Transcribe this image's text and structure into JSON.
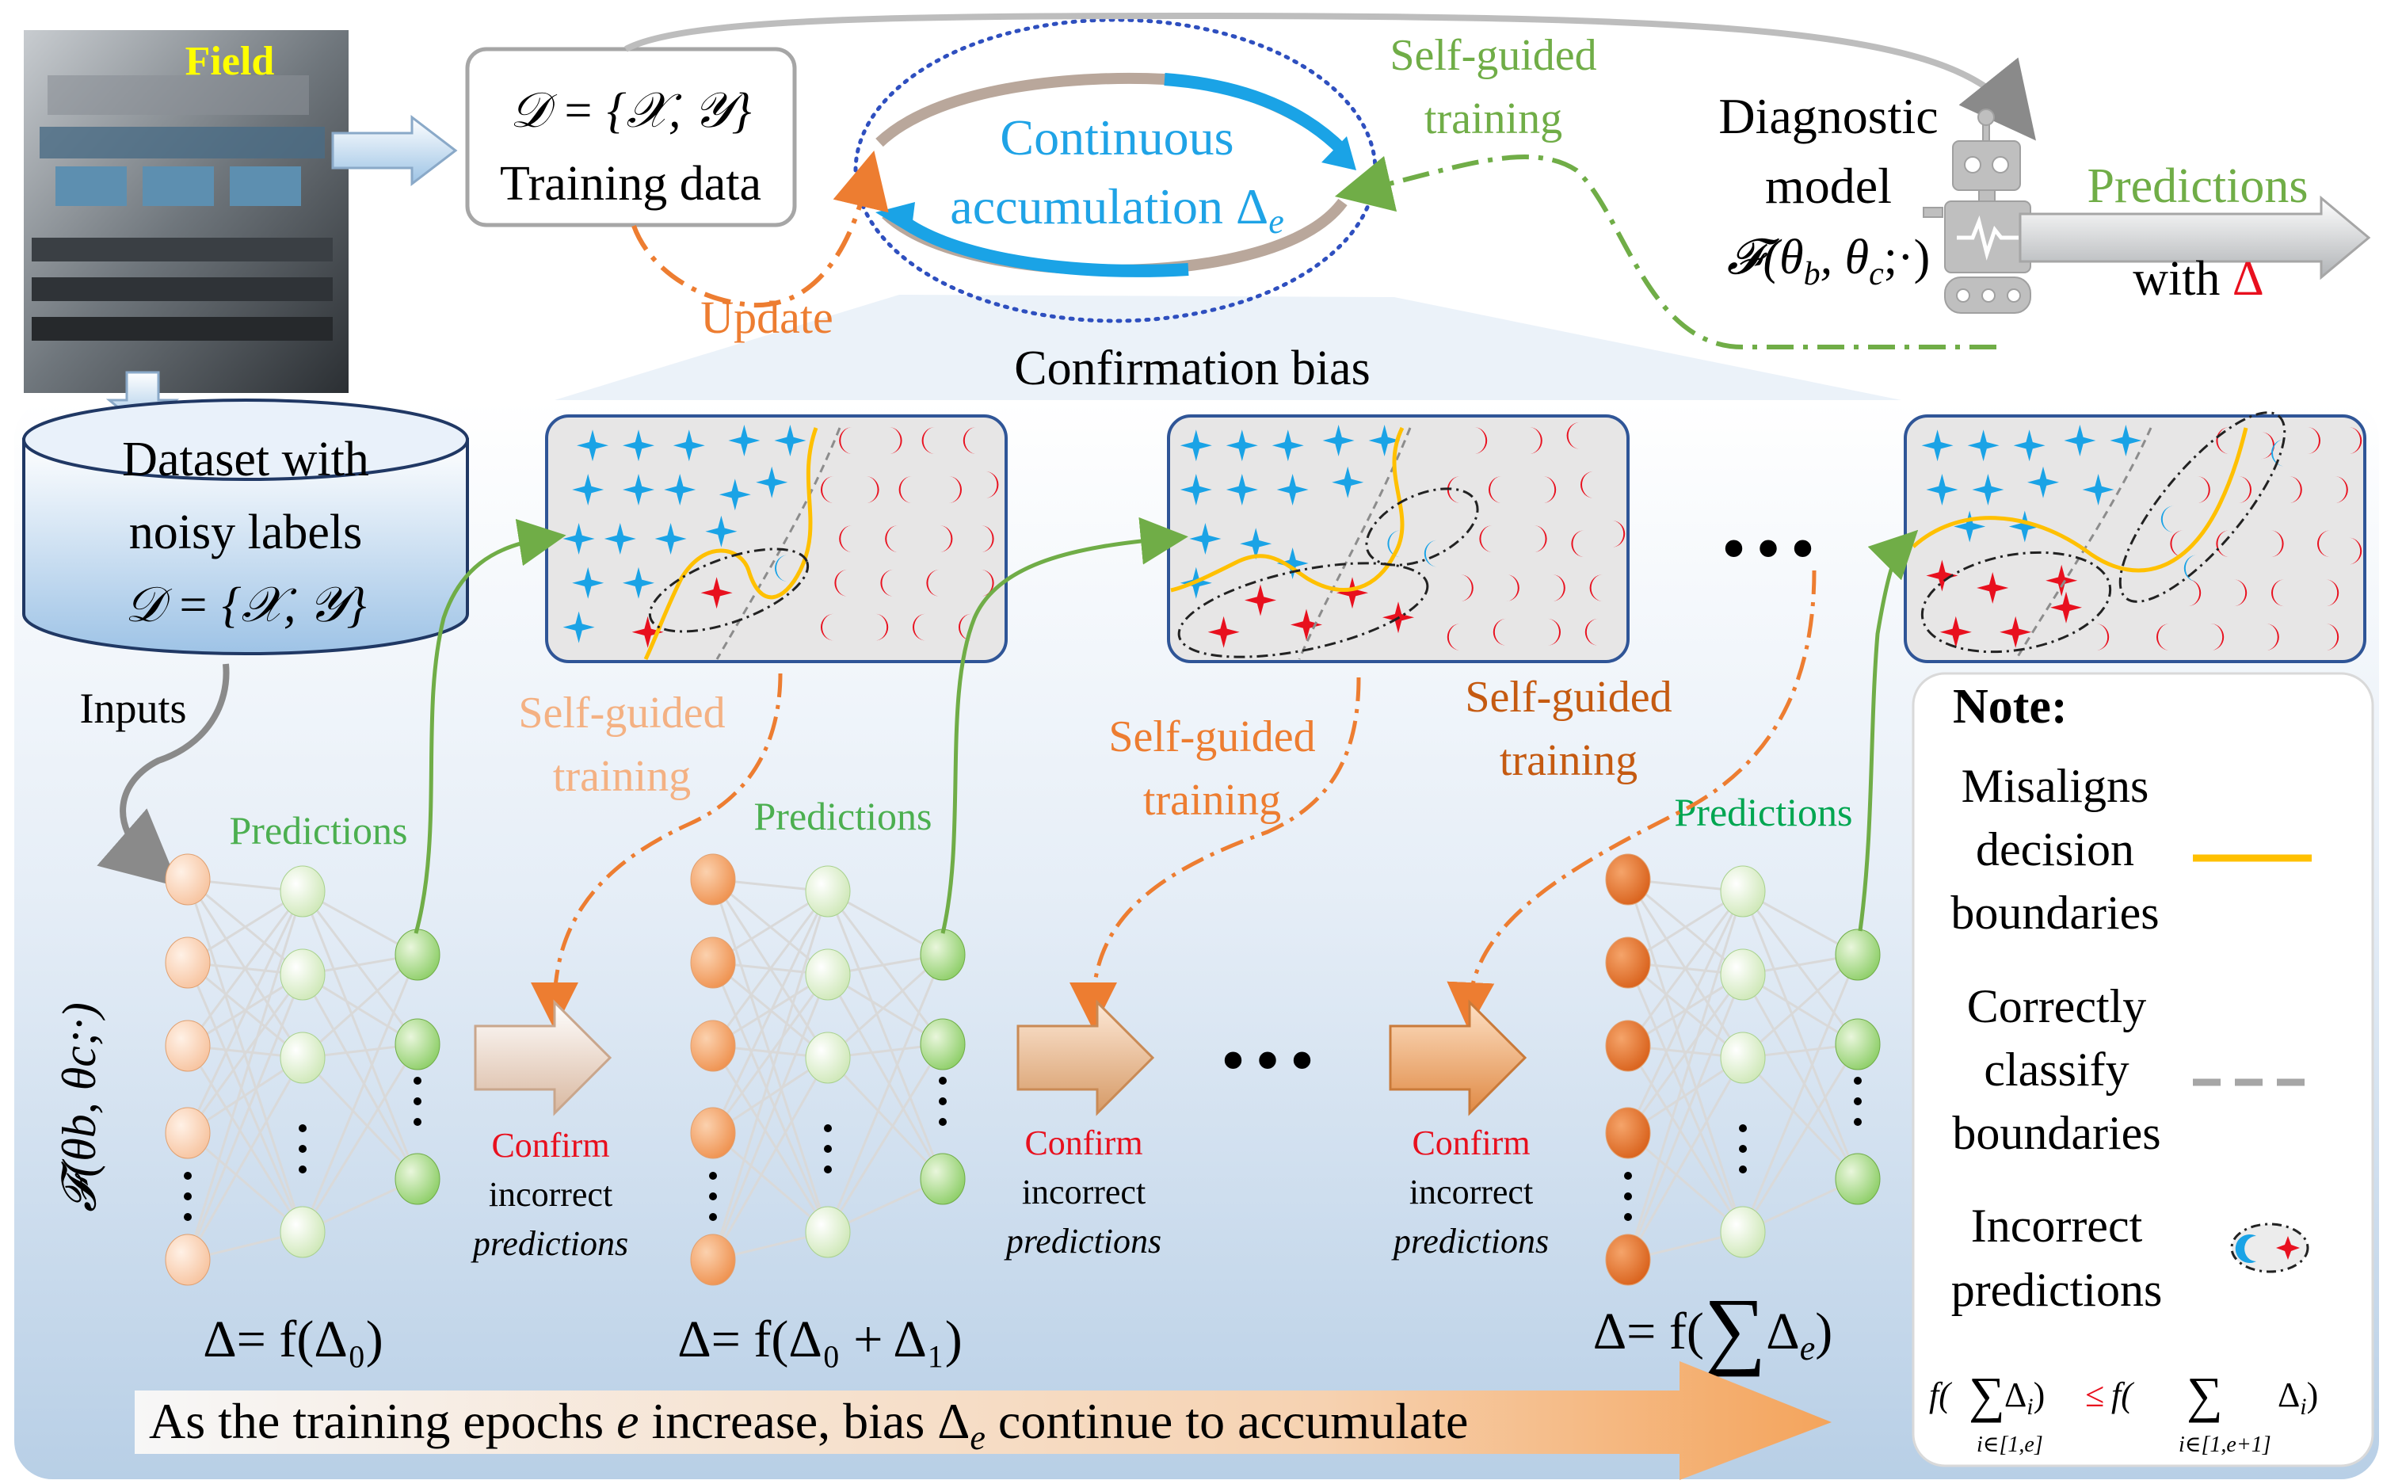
{
  "field": {
    "label": "Field"
  },
  "training_box": {
    "line1": "𝒟 = {𝒳, 𝒴}",
    "line2": "Training data"
  },
  "loop": {
    "line1": "Continuous",
    "line2_prefix": "accumulation Δ",
    "line2_sub": "e",
    "update_label": "Update"
  },
  "self_guided_top": {
    "line1": "Self-guided",
    "line2": "training"
  },
  "diagnostic": {
    "line1": "Diagnostic",
    "line2": "model",
    "line3": "𝓕(θ",
    "sub_b": "b",
    "mid": ", θ",
    "sub_c": "c",
    "tail": ";·)"
  },
  "predictions_out": {
    "line1": "Predictions",
    "line2_prefix": "with ",
    "delta": "Δ"
  },
  "confirmation_bias": "Confirmation bias",
  "dataset": {
    "line1": "Dataset with",
    "line2": "noisy labels",
    "line3": "𝒟 = {𝒳, 𝒴}"
  },
  "inputs_label": "Inputs",
  "model_vertical": "𝓕(θb, θc;·)",
  "predictions_label": "Predictions",
  "self_guided": [
    {
      "line1": "Self-guided",
      "line2": "training"
    },
    {
      "line1": "Self-guided",
      "line2": "training"
    },
    {
      "line1": "Self-guided",
      "line2": "training"
    }
  ],
  "confirm": {
    "word": "Confirm",
    "line2": "incorrect",
    "line3": "predictions"
  },
  "deltas": {
    "d1": "Δ= f(Δ₀)",
    "d2": "Δ= f(Δ₀ + Δ₁)",
    "d3_prefix": "Δ= f(",
    "d3_sum": "∑",
    "d3_tail": "Δ",
    "d3_sub": "e",
    "d3_close": ")"
  },
  "ellipsis": "•••",
  "bottom_banner": {
    "prefix": "As the training epochs ",
    "e": "e",
    "mid": " increase, bias Δ",
    "sub": "e",
    "suffix": " continue to accumulate"
  },
  "note": {
    "title": "Note:",
    "misaligns": [
      "Misaligns",
      "decision",
      "boundaries"
    ],
    "correctly": [
      "Correctly",
      "classify",
      "boundaries"
    ],
    "incorrect": [
      "Incorrect",
      "predictions"
    ],
    "formula_left": "f( ∑ Δᵢ) ≤ f( ∑ Δᵢ)",
    "sub_left": "i∈[1,e]",
    "sub_right": "i∈[1,e+1]",
    "leq": "≤"
  },
  "colors": {
    "blue_star": "#1aa3e6",
    "red_moon": "#e8101e",
    "orange": "#ed7d31",
    "green": "#70ad47",
    "gold": "#ffc000",
    "title_blue": "#1fa3e6",
    "dark_orange": "#c55a11"
  }
}
